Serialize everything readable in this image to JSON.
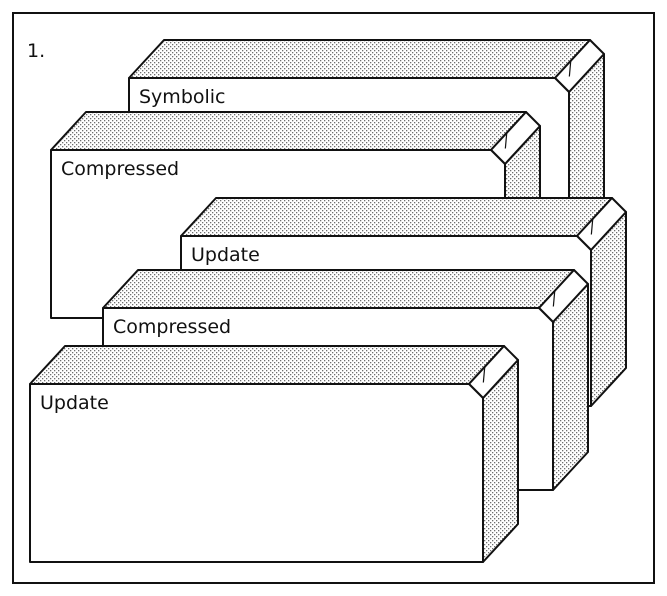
{
  "figure": {
    "number": "1.",
    "colors": {
      "ink": "#111111",
      "paper": "#ffffff",
      "stipple_dot": "#6e6e6e"
    },
    "cards": [
      {
        "id": "card-symbolic",
        "label": "Symbolic"
      },
      {
        "id": "card-compressed-1",
        "label": "Compressed"
      },
      {
        "id": "card-update-1",
        "label": "Update"
      },
      {
        "id": "card-compressed-2",
        "label": "Compressed"
      },
      {
        "id": "card-update-2",
        "label": "Update"
      }
    ]
  }
}
